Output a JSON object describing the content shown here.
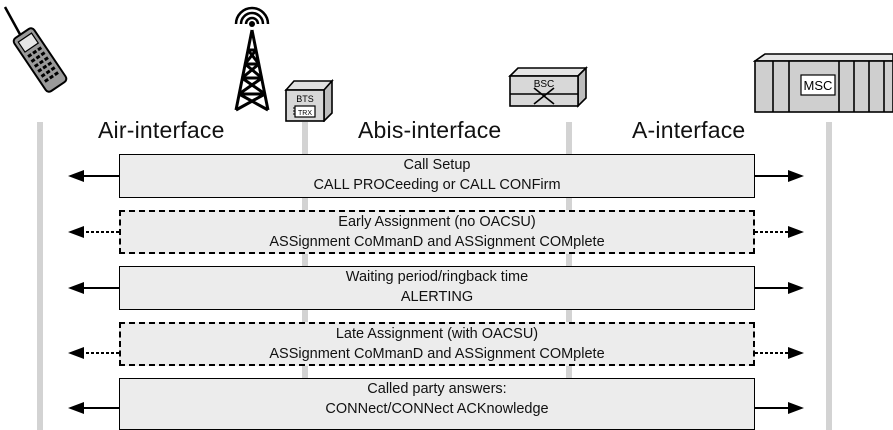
{
  "nodes": {
    "bts_label": "BTS",
    "trx_label": "TRX",
    "bsc_label": "BSC",
    "msc_label": "MSC"
  },
  "interfaces": {
    "air": "Air-interface",
    "abis": "Abis-interface",
    "a": "A-interface"
  },
  "messages": [
    {
      "title": "Call Setup",
      "detail": "CALL PROCeeding or CALL CONFirm",
      "style": "solid"
    },
    {
      "title": "Early Assignment (no OACSU)",
      "detail": "ASSignment CoMmanD and ASSignment COMplete",
      "style": "dashed"
    },
    {
      "title": "Waiting period/ringback time",
      "detail": "ALERTING",
      "style": "solid"
    },
    {
      "title": "Late Assignment (with OACSU)",
      "detail": "ASSignment CoMmanD and ASSignment COMplete",
      "style": "dashed"
    },
    {
      "title": "Called party answers:",
      "detail": "CONNect/CONNect ACKnowledge",
      "style": "solid"
    }
  ]
}
